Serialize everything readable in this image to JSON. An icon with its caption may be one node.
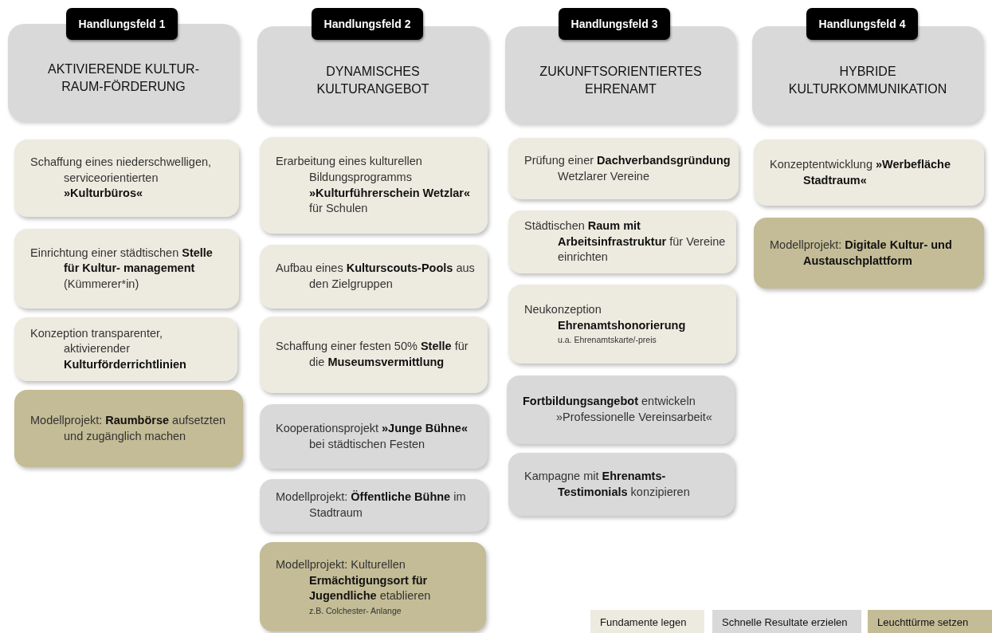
{
  "diagram": {
    "nodes": [
      {
        "text": [
          "Handlungsfeld 1"
        ]
      },
      {
        "text": [
          "AKTIVIERENDE KULTUR- RAUM-FÖRDERUNG"
        ]
      },
      {
        "text": [
          "Schaffung eines niederschwelligen, serviceorientierten **»Kulturbüros«**"
        ]
      },
      {
        "text": [
          "Einrichtung einer städtischen **Stelle für Kultur- management** (Kümmerer*in)"
        ]
      },
      {
        "text": [
          "Konzeption transparenter, aktivierender **Kulturförderrichtlinien**"
        ]
      },
      {
        "text": [
          "Modellprojekt: **Raumbörse** aufsetzten und zugänglich machen"
        ]
      },
      {
        "text": [
          "Handlungsfeld 2"
        ]
      },
      {
        "text": [
          "DYNAMISCHES KULTURANGEBOT"
        ]
      },
      {
        "text": [
          "Erarbeitung eines kulturellen Bildungsprogramms **»Kulturführerschein Wetzlar«** für Schulen"
        ]
      },
      {
        "text": [
          "Aufbau eines **Kulturscouts-Pools** aus den Zielgruppen"
        ]
      },
      {
        "text": [
          "Schaffung einer festen 50% **Stelle** für die **Museumsvermittlung**"
        ]
      },
      {
        "text": [
          "Kooperationsprojekt **»Junge Bühne«** bei städtischen Festen"
        ]
      },
      {
        "text": [
          "Modellprojekt: **Öffentliche Bühne** im Stadtraum"
        ]
      },
      {
        "text": [
          "Modellprojekt: Kulturellen **Ermächtigungsort für Jugendliche** etablieren",
          "z.B. Colchester- Anlange"
        ]
      },
      {
        "text": [
          "Handlungsfeld 3"
        ]
      },
      {
        "text": [
          "ZUKUNFTSORIENTIERTES EHRENAMT"
        ]
      },
      {
        "text": [
          "Prüfung einer **Dachverbandsgründung** Wetzlarer Vereine"
        ]
      },
      {
        "text": [
          "Städtischen **Raum mit Arbeitsinfrastruktur** für Vereine einrichten"
        ]
      },
      {
        "text": [
          "Neukonzeption **Ehrenamtshonorierung**",
          "u.a. Ehrenamtskarte/-preis"
        ]
      },
      {
        "text": [
          "**Fortbildungsangebot** entwickeln »Professionelle Vereinsarbeit«"
        ]
      },
      {
        "text": [
          "Kampagne mit **Ehrenamts- Testimonials** konzipieren"
        ]
      },
      {
        "text": [
          "Handlungsfeld 4"
        ]
      },
      {
        "text": [
          "HYBRIDE KULTURKOMMUNIKATION"
        ]
      },
      {
        "text": [
          "Konzeptentwicklung **»Werbefläche Stadtraum«**"
        ]
      },
      {
        "text": [
          "Modellprojekt: **Digitale Kultur- und Austauschplattform**"
        ]
      }
    ],
    "legend": [
      {
        "text": "Fundamente legen",
        "color": "#edebe0"
      },
      {
        "text": "Schnelle Resultate erzielen",
        "color": "#d9d9d9"
      },
      {
        "text": "Leuchttürme setzen",
        "color": "#c4bc96"
      }
    ]
  }
}
